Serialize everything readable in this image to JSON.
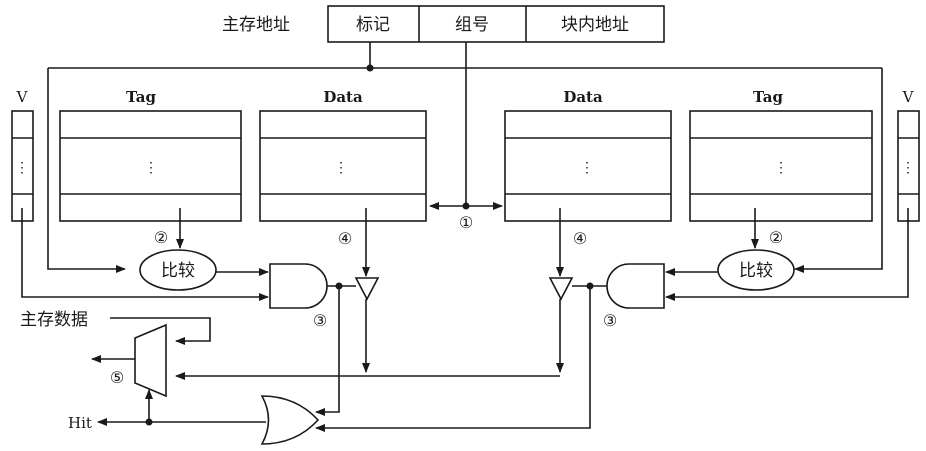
{
  "address": {
    "label": "主存地址",
    "fields": [
      "标记",
      "组号",
      "块内地址"
    ]
  },
  "ways": [
    {
      "v_label": "V",
      "tag_label": "Tag",
      "data_label": "Data",
      "dots": "⋮"
    },
    {
      "v_label": "V",
      "tag_label": "Tag",
      "data_label": "Data",
      "dots": "⋮"
    }
  ],
  "compare_label": "比较",
  "mem_data_label": "主存数据",
  "hit_label": "Hit",
  "steps": {
    "s1": "①",
    "s2": "②",
    "s3": "③",
    "s4": "④",
    "s5": "⑤"
  },
  "colors": {
    "line": "#1a1a1a",
    "background": "#ffffff"
  }
}
